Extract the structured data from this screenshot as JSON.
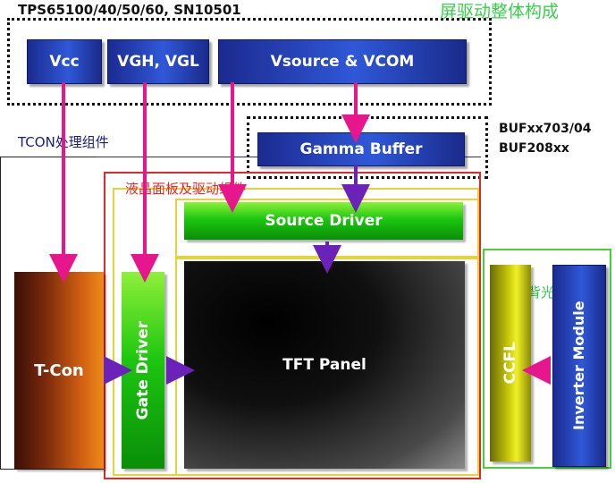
{
  "top_left_label": "TPS65100/40/50/60, SN10501",
  "top_right_title": "屏驱动整体构成",
  "vcc": "Vcc",
  "vgh_vgl": "VGH, VGL",
  "vsource_vcom": "Vsource & VCOM",
  "gamma_buffer": "Gamma Buffer",
  "buf_label_1": "BUFxx703/04",
  "buf_label_2": "BUF208xx",
  "tcon_label": "TCON处理组件",
  "lcd_label": "液晶面板及驱动组件",
  "source_driver": "Source Driver",
  "tcon_block": "T-Con",
  "gate_driver": "Gate Driver",
  "tft_panel": "TFT Panel",
  "backlight_label": "背光源组件",
  "ccfl": "CCFL",
  "inverter": "Inverter Module",
  "colors": {
    "arrow_magenta": "#e8168c",
    "arrow_purple": "#6a22b8",
    "block_blue": "#2f58d8",
    "block_green": "#1cc60f",
    "title_green": "#37d04a",
    "lcd_red": "#e02a2a",
    "tcon_navy": "#1a1a8a"
  }
}
